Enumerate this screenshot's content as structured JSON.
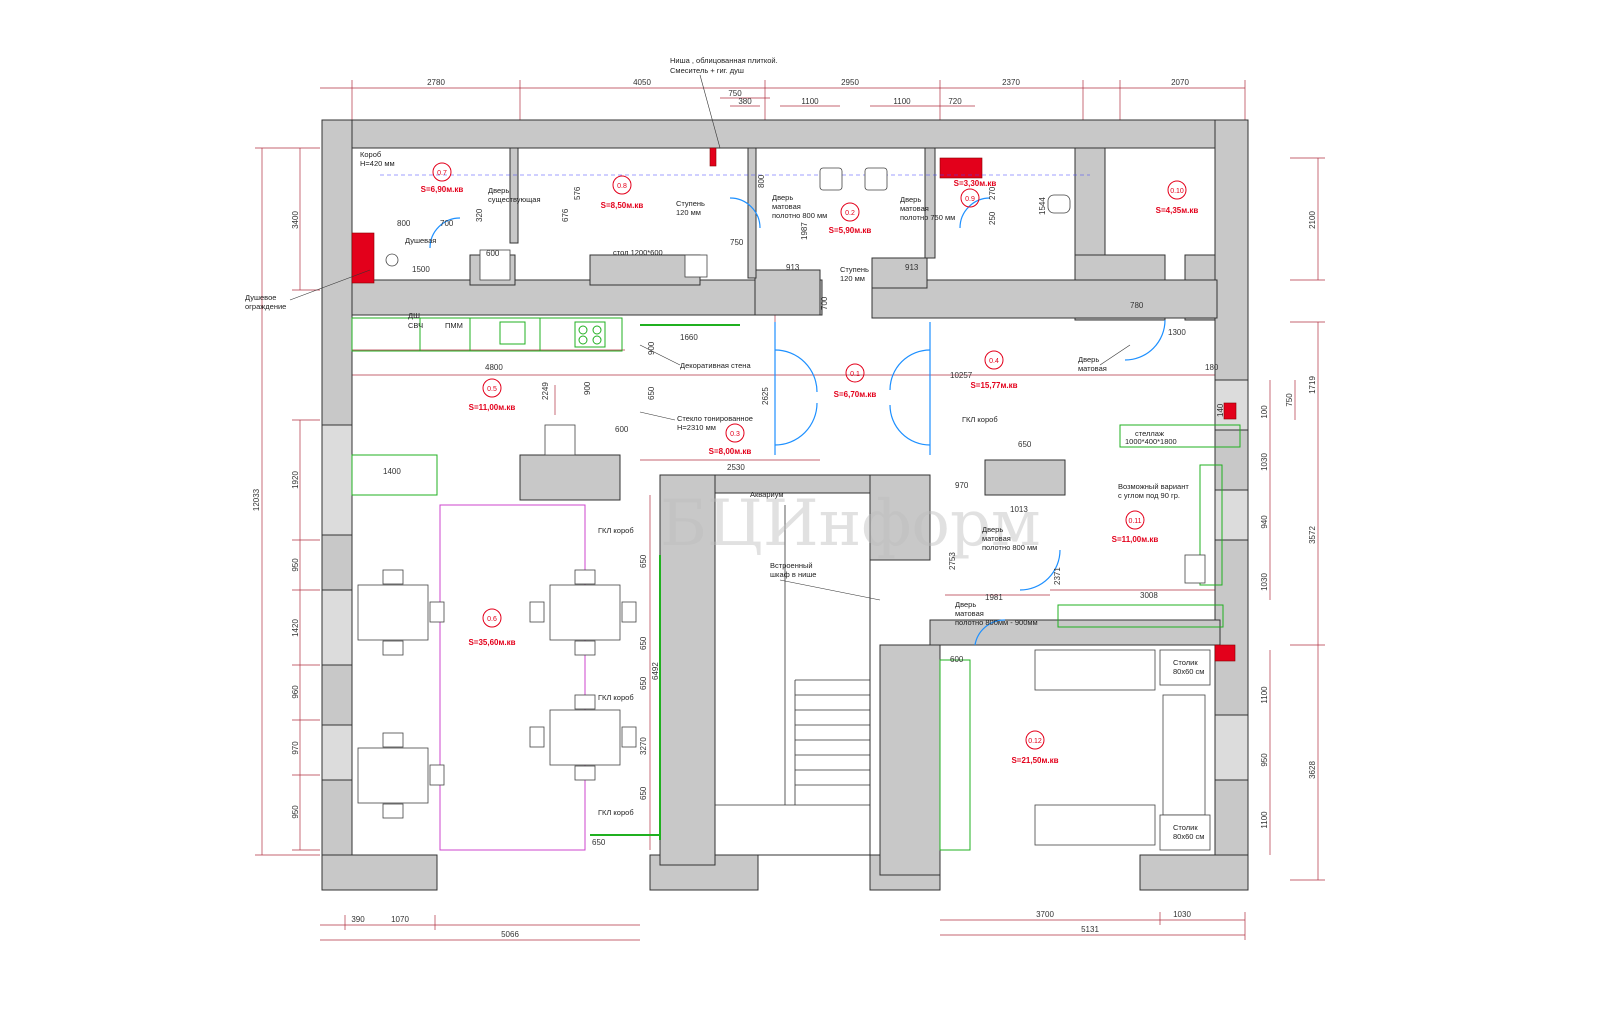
{
  "plan": {
    "watermark": "БЦИнформ",
    "colors": {
      "wall": "#c8c8c8",
      "wall_stroke": "#333333",
      "dimension": "#b03040",
      "door": "#1e90ff",
      "green": "#20b020",
      "accent_red": "#e3001b",
      "magenta": "#cc44cc"
    },
    "top_dims": [
      "2780",
      "4050",
      "2950",
      "2370",
      "2070"
    ],
    "inner_top_dims": [
      "750",
      "380",
      "1100",
      "1100",
      "720"
    ],
    "left_dims": [
      "3400",
      "12033",
      "1920",
      "950",
      "1420",
      "960",
      "970",
      "950"
    ],
    "right_dims": [
      "2100",
      "1719",
      "100",
      "750",
      "1030",
      "940",
      "1030",
      "3572",
      "1100",
      "950",
      "1100",
      "3628"
    ],
    "bottom_dims": [
      "390",
      "1070",
      "5066",
      "3700",
      "1030",
      "5131"
    ],
    "inner_dims": [
      "800",
      "700",
      "320",
      "1500",
      "600",
      "576",
      "676",
      "750",
      "1987",
      "913",
      "913",
      "800",
      "700",
      "4800",
      "2249",
      "900",
      "1660",
      "900",
      "650",
      "600",
      "2530",
      "10257",
      "1300",
      "780",
      "180",
      "2625",
      "650",
      "970",
      "1013",
      "2753",
      "1981",
      "3008",
      "2371",
      "600",
      "6492",
      "650",
      "650",
      "650",
      "3270",
      "650",
      "650",
      "1400",
      "1544",
      "270",
      "250",
      "140"
    ],
    "rooms": [
      {
        "no": "0.7",
        "area": "S=6,90м.кв"
      },
      {
        "no": "0.8",
        "area": "S=8,50м.кв"
      },
      {
        "no": "0.2",
        "area": "S=5,90м.кв"
      },
      {
        "no": "0.9",
        "area": "S=3,30м.кв"
      },
      {
        "no": "0.10",
        "area": "S=4,35м.кв"
      },
      {
        "no": "0.5",
        "area": "S=11,00м.кв"
      },
      {
        "no": "0.1",
        "area": "S=6,70м.кв"
      },
      {
        "no": "0.4",
        "area": "S=15,77м.кв"
      },
      {
        "no": "0.3",
        "area": "S=8,00м.кв"
      },
      {
        "no": "0.11",
        "area": "S=11,00м.кв"
      },
      {
        "no": "0.6",
        "area": "S=35,60м.кв"
      },
      {
        "no": "0.12",
        "area": "S=21,50м.кв"
      }
    ],
    "notes": {
      "niche_1": "Ниша , облицованная плиткой.",
      "niche_2": "Смеситель + гиг. душ",
      "korob_1": "Короб",
      "korob_2": "Н=420 мм",
      "door_existing_1": "Дверь",
      "door_existing_2": "существующая",
      "shower": "Душевая",
      "shower_guard_1": "Душевое",
      "shower_guard_2": "ограждение",
      "step_1_1": "Ступень",
      "step_1_2": "120 мм",
      "door_800_1": "Дверь",
      "door_800_2": "матовая",
      "door_800_3": "полотно 800 мм",
      "door_750_1": "Дверь",
      "door_750_2": "матовая",
      "door_750_3": "полотно 750 мм",
      "step_2_1": "Ступень",
      "step_2_2": "120 мм",
      "table_label": "стол 1200*600",
      "dishwasher": "ПММ",
      "fridge": "ДШ",
      "fridge_2": "СВЧ",
      "decor_wall": "Декоративная стена",
      "glass_1": "Стекло тонированное",
      "glass_2": "Н=2310 мм",
      "door_mat_1": "Дверь",
      "door_mat_2": "матовая",
      "gkl_korob_a": "ГКЛ короб",
      "aquarium": "Аквариум",
      "option_1": "Возможный вариант",
      "option_2": "с углом под 90 гр.",
      "door_m800_1": "Дверь",
      "door_m800_2": "матовая",
      "door_m800_3": "полотно 800 мм",
      "gkl_korob_b": "ГКЛ короб",
      "builtin_1": "Встроенный",
      "builtin_2": "шкаф в нише",
      "door_m900_1": "Дверь",
      "door_m900_2": "матовая",
      "door_m900_3": "полотно 800мм - 900мм",
      "gkl_korob_c": "ГКЛ короб",
      "gkl_korob_d": "ГКЛ короб",
      "table_80_a_1": "Столик",
      "table_80_a_2": "80х60 см",
      "table_80_b_1": "Столик",
      "table_80_b_2": "80х60 см",
      "shelf": "стеллаж",
      "shelf_size": "1000*400*1800"
    }
  }
}
